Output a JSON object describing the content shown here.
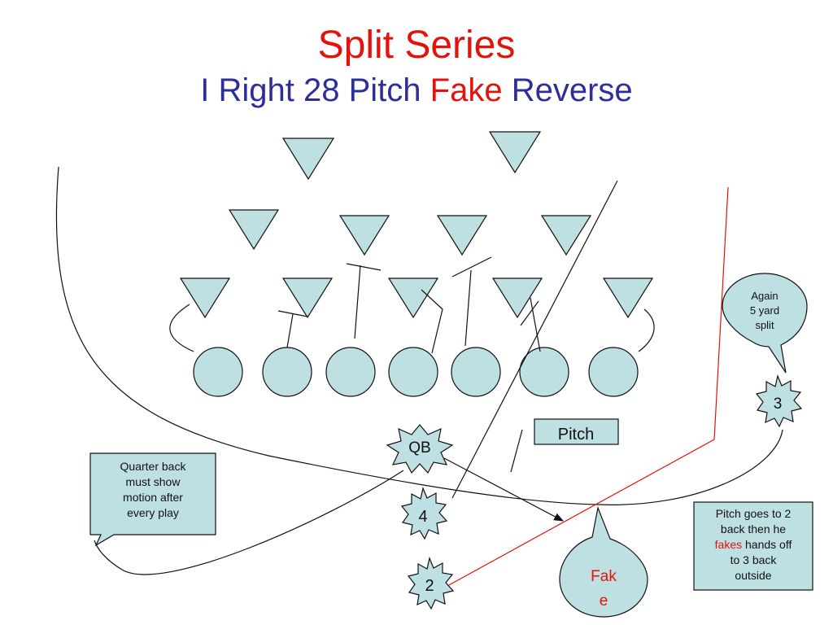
{
  "title": "Split Series",
  "subtitle": {
    "part1": "I Right 28 Pitch",
    "part2": "Fake",
    "part3": "Reverse"
  },
  "players": {
    "qb": "QB",
    "back4": "4",
    "back2": "2",
    "back3": "3"
  },
  "labels": {
    "pitch": "Pitch"
  },
  "callouts": {
    "split": {
      "lines": [
        "Again",
        "5 yard",
        "split"
      ]
    },
    "qb_note": {
      "lines": [
        "Quarter back",
        "must show",
        "motion after",
        "every play"
      ]
    },
    "fake": {
      "lines": [
        "Fak",
        "e"
      ]
    },
    "pitch_note": {
      "line1": "Pitch goes to 2",
      "line2": "back then he",
      "line3a": "fakes",
      "line3b": " hands off",
      "line4": "to 3 back",
      "line5": "outside"
    }
  },
  "colors": {
    "shape_fill": "#bfe0e3",
    "title_red": "#e3120b",
    "title_blue": "#2e2e9a",
    "route_red": "#e3120b",
    "stroke": "#111111"
  }
}
